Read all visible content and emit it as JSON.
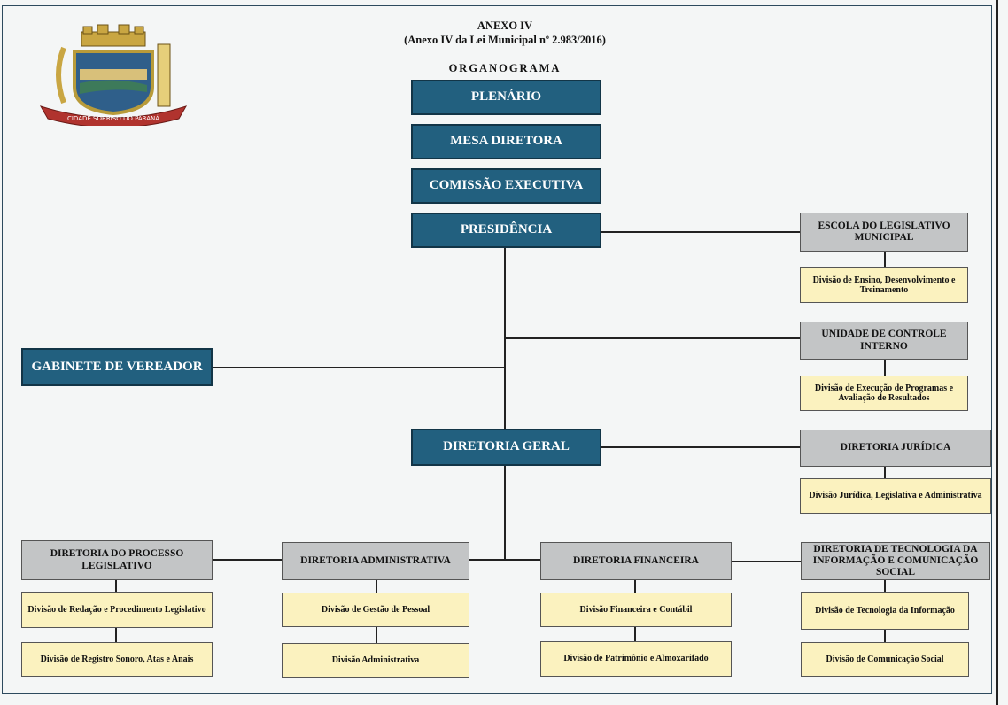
{
  "header": {
    "annex": "ANEXO IV",
    "law": "(Anexo IV da Lei Municipal  nº 2.983/2016)",
    "title": "ORGANOGRAMA"
  },
  "logo": {
    "motto": "CIDADE SORRISO DO PARANÁ"
  },
  "colors": {
    "primary": "#22607f",
    "directorate": "#c3c5c6",
    "division": "#fbf2bf"
  },
  "nodes": {
    "plenario": "PLENÁRIO",
    "mesa": "MESA DIRETORA",
    "comissao": "COMISSÃO EXECUTIVA",
    "presidencia": "PRESIDÊNCIA",
    "escola": "ESCOLA DO LEGISLATIVO MUNICIPAL",
    "escola_div": "Divisão de Ensino, Desenvolvimento e Treinamento",
    "controle": "UNIDADE DE CONTROLE INTERNO",
    "controle_div": "Divisão de Execução de Programas e Avaliação de Resultados",
    "gabinete": "GABINETE DE VEREADOR",
    "diretoria_geral": "DIRETORIA GERAL",
    "juridica": "DIRETORIA JURÍDICA",
    "juridica_div": "Divisão Jurídica, Legislativa e Administrativa",
    "processo": "DIRETORIA DO PROCESSO LEGISLATIVO",
    "processo_div1": "Divisão de Redação e Procedimento Legislativo",
    "processo_div2": "Divisão de Registro Sonoro, Atas e Anais",
    "administrativa": "DIRETORIA ADMINISTRATIVA",
    "administrativa_div1": "Divisão de Gestão de Pessoal",
    "administrativa_div2": "Divisão Administrativa",
    "financeira": "DIRETORIA FINANCEIRA",
    "financeira_div1": "Divisão Financeira e Contábil",
    "financeira_div2": "Divisão de Patrimônio e Almoxarifado",
    "tecnologia": "DIRETORIA DE TECNOLOGIA DA INFORMAÇÃO E COMUNICAÇÃO SOCIAL",
    "tecnologia_div1": "Divisão de Tecnologia da Informação",
    "tecnologia_div2": "Divisão de Comunicação Social"
  }
}
